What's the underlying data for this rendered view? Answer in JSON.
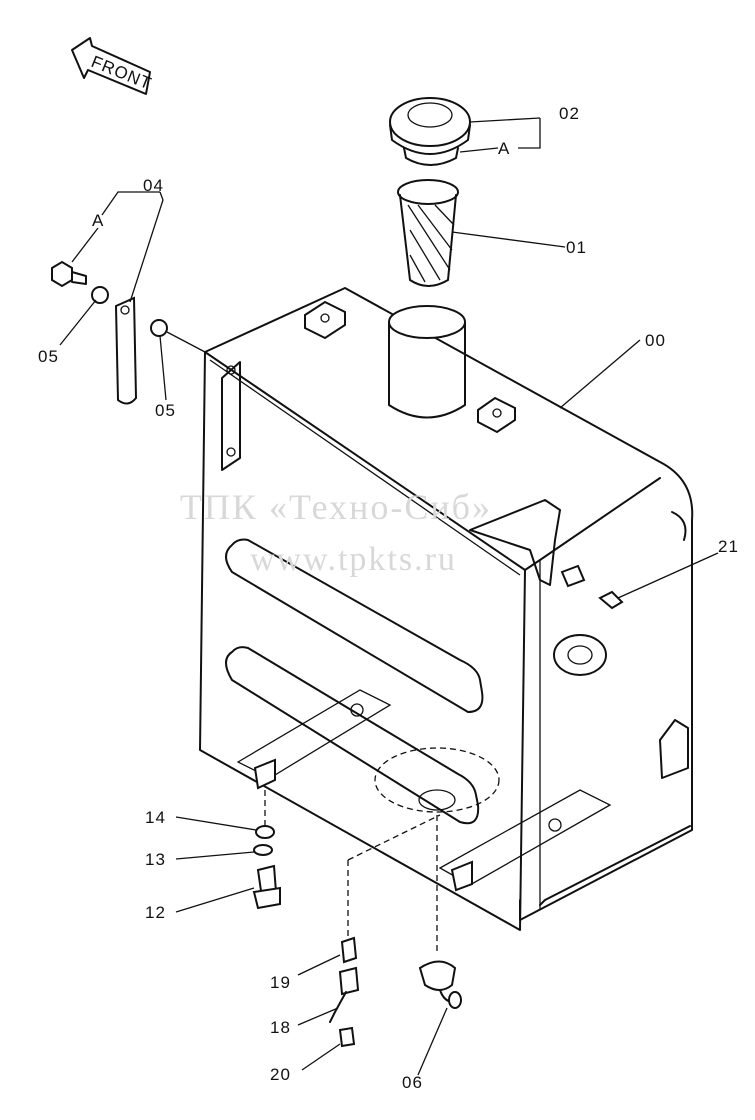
{
  "direction": {
    "label": "FRONT"
  },
  "parts": {
    "p00": "00",
    "p01": "01",
    "p02": "02",
    "p04": "04",
    "p05a": "05",
    "p05b": "05",
    "p06": "06",
    "p12": "12",
    "p13": "13",
    "p14": "14",
    "p18": "18",
    "p19": "19",
    "p20": "20",
    "p21": "21"
  },
  "groups": {
    "a_top": "A",
    "a_bracket": "A"
  },
  "watermark": {
    "line1": "ТПК «Техно-Сиб»",
    "line2": "www.tpkts.ru"
  }
}
